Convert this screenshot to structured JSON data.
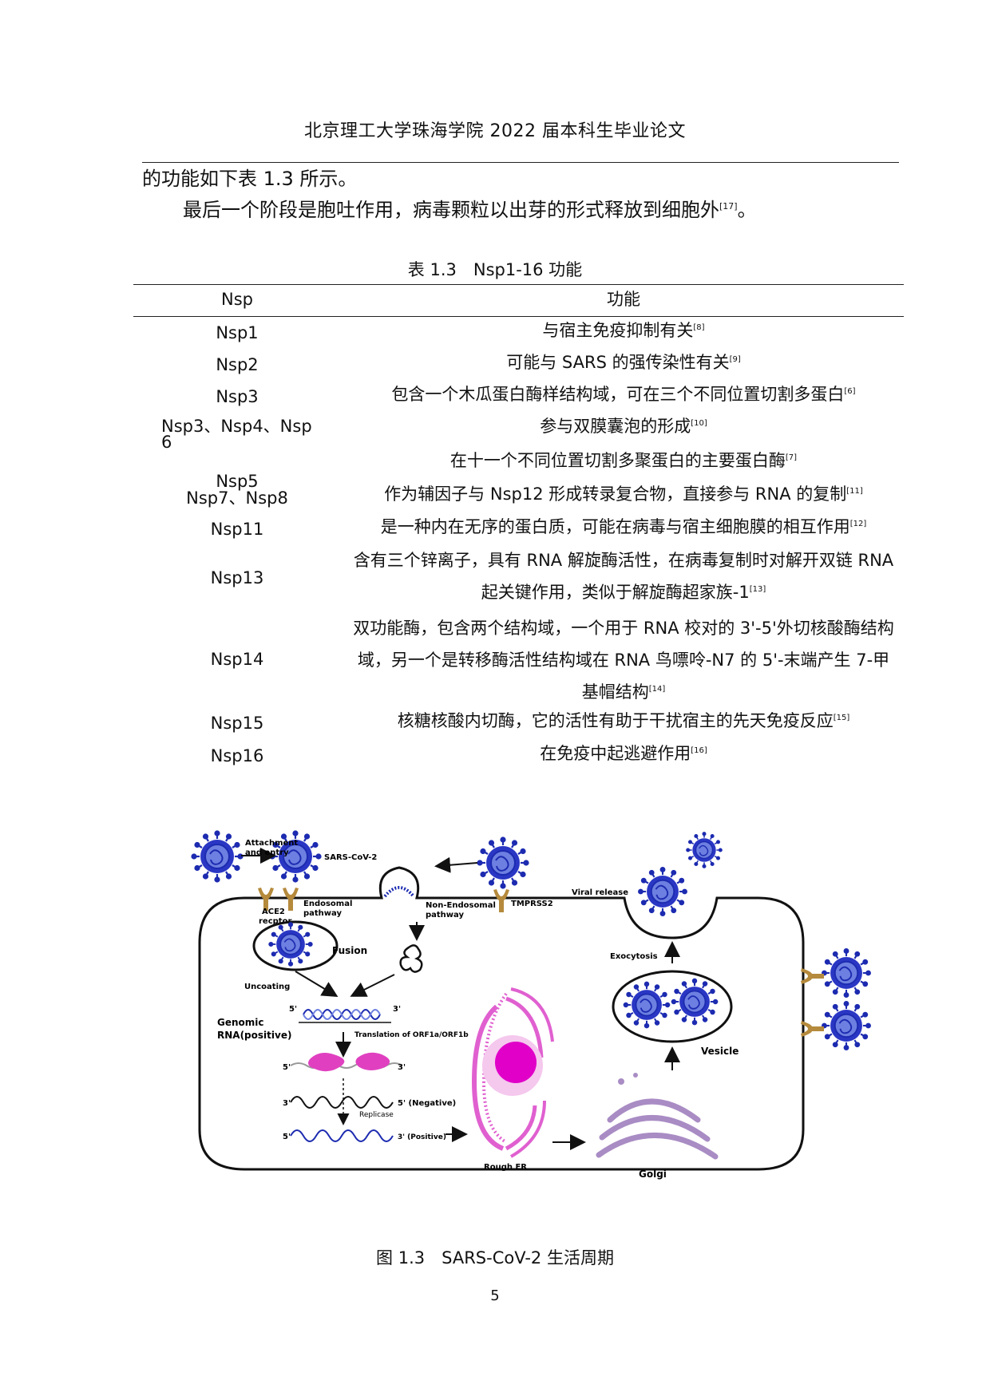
{
  "header": {
    "title": "北京理工大学珠海学院 2022 届本科生毕业论文"
  },
  "body": {
    "line1": "的功能如下表 1.3 所示。",
    "line2": "最后一个阶段是胞吐作用，病毒颗粒以出芽的形式释放到细胞外",
    "line2_ref": "[17]",
    "line2_end": "。"
  },
  "table": {
    "caption": "表 1.3　Nsp1-16 功能",
    "headers": [
      "Nsp",
      "功能"
    ],
    "rows": [
      {
        "nsp": "Nsp1",
        "func": [
          "与宿主免疫抑制有关"
        ],
        "ref": "[8]"
      },
      {
        "nsp": "Nsp2",
        "func": [
          "可能与 SARS 的强传染性有关"
        ],
        "ref": "[9]"
      },
      {
        "nsp": "Nsp3",
        "func": [
          "包含一个木瓜蛋白酶样结构域，可在三个不同位置切割多蛋白"
        ],
        "ref": "[6]"
      },
      {
        "nsp": [
          "Nsp3、Nsp4、Nsp",
          "6"
        ],
        "func": [
          "参与双膜囊泡的形成"
        ],
        "ref": "[10]"
      },
      {
        "nsp": "Nsp5",
        "func": [
          "在十一个不同位置切割多聚蛋白的主要蛋白酶"
        ],
        "ref": "[7]"
      },
      {
        "nsp": "Nsp7、Nsp8",
        "func": [
          "作为辅因子与 Nsp12 形成转录复合物，直接参与 RNA 的复制"
        ],
        "ref": "[11]"
      },
      {
        "nsp": "Nsp11",
        "func": [
          "是一种内在无序的蛋白质，可能在病毒与宿主细胞膜的相互作用"
        ],
        "ref": "[12]"
      },
      {
        "nsp": "Nsp13",
        "func": [
          "含有三个锌离子，具有 RNA 解旋酶活性，在病毒复制时对解开双链 RNA",
          "起关键作用，类似于解旋酶超家族-1"
        ],
        "ref": "[13]"
      },
      {
        "nsp": "Nsp14",
        "func": [
          "双功能酶，包含两个结构域，一个用于 RNA 校对的 3'-5'外切核酸酶结构",
          "域，另一个是转移酶活性结构域在 RNA 鸟嘌呤-N7 的 5'-末端产生 7-甲",
          "基帽结构"
        ],
        "ref": "[14]"
      },
      {
        "nsp": "Nsp15",
        "func": [
          "核糖核酸内切酶，它的活性有助于干扰宿主的先天免疫反应"
        ],
        "ref": "[15]"
      },
      {
        "nsp": "Nsp16",
        "func": [
          "在免疫中起逃避作用"
        ],
        "ref": "[16]"
      }
    ]
  },
  "figure": {
    "labels": {
      "attachment": [
        "Attachment",
        "and entry"
      ],
      "sars": "SARS-CoV-2",
      "ace2": [
        "ACE2",
        "recptor"
      ],
      "endosomal": [
        "Endosomal",
        "pathway"
      ],
      "non_endosomal": [
        "Non-Endosomal",
        "pathway"
      ],
      "tmprss2": "TMPRSS2",
      "viral_release": "Viral release",
      "fusion": "Fusion",
      "uncoating": "Uncoating",
      "exocytosis": "Exocytosis",
      "genomic": [
        "Genomic",
        "RNA(positive)"
      ],
      "five": "5'",
      "three": "3'",
      "translation": "Translation of ORF1a/ORF1b",
      "negative": "5' (Negative)",
      "replicase": "Replicase",
      "positive": "3' (Positive)",
      "rough_er": "Rough ER",
      "golgi": "Golgi",
      "vesicle": "Vesicle"
    },
    "caption": "图 1.3　SARS-CoV-2 生活周期"
  },
  "page_number": "5",
  "colors": {
    "virus": "#1c2bb0",
    "virus_core": "#6d7fe0",
    "receptor": "#b58a3c",
    "protein": "#e040c0",
    "er": "#e060d0",
    "golgi": "#a98cc4"
  }
}
